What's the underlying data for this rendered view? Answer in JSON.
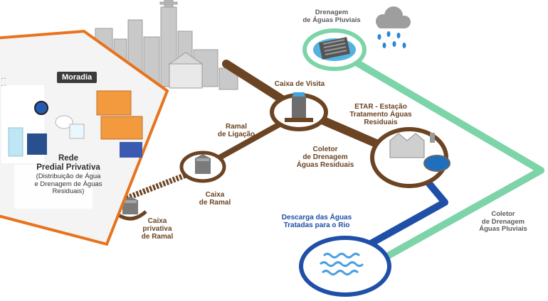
{
  "labels": {
    "moradia": "Moradia",
    "rede_title": "Rede\nPredial Privativa",
    "rede_sub": "(Distribuição de Água\ne Drenagem de Águas\nResiduais)",
    "caixa_privativa": "Caixa\nprivativa\nde Ramal",
    "caixa_ramal": "Caixa\nde Ramal",
    "ramal_ligacao": "Ramal\nde Ligação",
    "caixa_visita": "Caixa de Visita",
    "coletor_residuais": "Coletor\nde Drenagem\nÁguas Residuais",
    "etar": "ETAR - Estação\nTratamento Águas\nResiduais",
    "drenagem_pluviais": "Drenagem\nde Águas Pluviais",
    "descarga": "Descarga das Águas\nTratadas para o Rio",
    "coletor_pluviais": "Coletor\nde Drenagem\nÁguas Pluviais"
  },
  "colors": {
    "house_border": "#e8731d",
    "pipe_brown": "#6b4423",
    "pipe_green": "#7dd4a8",
    "pipe_blue": "#1f4fa6",
    "city_gray": "#b7b7b7"
  }
}
